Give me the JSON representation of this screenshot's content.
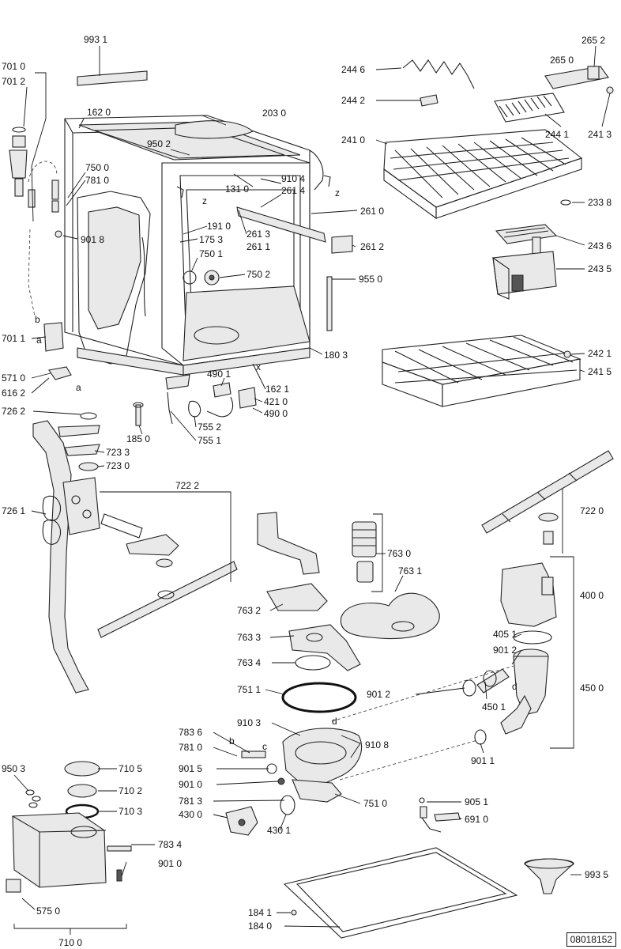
{
  "document_number": "08018152",
  "callouts": [
    {
      "id": "c9931",
      "text": "993 1"
    },
    {
      "id": "c7010",
      "text": "701 0"
    },
    {
      "id": "c7012",
      "text": "701 2"
    },
    {
      "id": "c1620",
      "text": "162 0"
    },
    {
      "id": "c2030",
      "text": "203 0"
    },
    {
      "id": "c9502",
      "text": "950 2"
    },
    {
      "id": "c7500",
      "text": "750 0"
    },
    {
      "id": "c7810",
      "text": "781 0"
    },
    {
      "id": "c1310",
      "text": "131 0"
    },
    {
      "id": "c9104",
      "text": "910 4"
    },
    {
      "id": "c2614",
      "text": "261 4"
    },
    {
      "id": "c2610",
      "text": "261 0"
    },
    {
      "id": "c1910",
      "text": "191 0"
    },
    {
      "id": "c1753",
      "text": "175 3"
    },
    {
      "id": "c2613",
      "text": "261 3"
    },
    {
      "id": "c2611",
      "text": "261 1"
    },
    {
      "id": "c2612",
      "text": "261 2"
    },
    {
      "id": "c9018a",
      "text": "901 8"
    },
    {
      "id": "c7501",
      "text": "750 1"
    },
    {
      "id": "c7502",
      "text": "750 2"
    },
    {
      "id": "c9550",
      "text": "955 0"
    },
    {
      "id": "c1803",
      "text": "180 3"
    },
    {
      "id": "c7011",
      "text": "701 1"
    },
    {
      "id": "c5710",
      "text": "571 0"
    },
    {
      "id": "c6162",
      "text": "616 2"
    },
    {
      "id": "c4901",
      "text": "490 1"
    },
    {
      "id": "c1621",
      "text": "162 1"
    },
    {
      "id": "c4210",
      "text": "421 0"
    },
    {
      "id": "c4900",
      "text": "490 0"
    },
    {
      "id": "c7262",
      "text": "726 2"
    },
    {
      "id": "c7552",
      "text": "755 2"
    },
    {
      "id": "c7551",
      "text": "755 1"
    },
    {
      "id": "c1850",
      "text": "185 0"
    },
    {
      "id": "c7233",
      "text": "723 3"
    },
    {
      "id": "c7230",
      "text": "723 0"
    },
    {
      "id": "c7222",
      "text": "722 2"
    },
    {
      "id": "c7261",
      "text": "726 1"
    },
    {
      "id": "c2446",
      "text": "244 6"
    },
    {
      "id": "c2652",
      "text": "265 2"
    },
    {
      "id": "c2650",
      "text": "265 0"
    },
    {
      "id": "c2442",
      "text": "244 2"
    },
    {
      "id": "c2441",
      "text": "244 1"
    },
    {
      "id": "c2413",
      "text": "241 3"
    },
    {
      "id": "c2410",
      "text": "241 0"
    },
    {
      "id": "c2338",
      "text": "233 8"
    },
    {
      "id": "c2436",
      "text": "243 6"
    },
    {
      "id": "c2435",
      "text": "243 5"
    },
    {
      "id": "c2421",
      "text": "242 1"
    },
    {
      "id": "c2415",
      "text": "241 5"
    },
    {
      "id": "c7220",
      "text": "722 0"
    },
    {
      "id": "c7630",
      "text": "763 0"
    },
    {
      "id": "c7631",
      "text": "763 1"
    },
    {
      "id": "c7632",
      "text": "763 2"
    },
    {
      "id": "c7633",
      "text": "763 3"
    },
    {
      "id": "c7634",
      "text": "763 4"
    },
    {
      "id": "c4000",
      "text": "400 0"
    },
    {
      "id": "c4051",
      "text": "405 1"
    },
    {
      "id": "c9012a",
      "text": "901 2"
    },
    {
      "id": "c9012b",
      "text": "901 2"
    },
    {
      "id": "c4501",
      "text": "450 1"
    },
    {
      "id": "c4500",
      "text": "450 0"
    },
    {
      "id": "c7511",
      "text": "751 1"
    },
    {
      "id": "c7836",
      "text": "783 6"
    },
    {
      "id": "c9103",
      "text": "910 3"
    },
    {
      "id": "c7810b",
      "text": "781 0"
    },
    {
      "id": "c9108",
      "text": "910 8"
    },
    {
      "id": "c9011",
      "text": "901 1"
    },
    {
      "id": "c9503",
      "text": "950 3"
    },
    {
      "id": "c7105",
      "text": "710 5"
    },
    {
      "id": "c9015",
      "text": "901 5"
    },
    {
      "id": "c7102",
      "text": "710 2"
    },
    {
      "id": "c9010a",
      "text": "901 0"
    },
    {
      "id": "c7103",
      "text": "710 3"
    },
    {
      "id": "c7813",
      "text": "781 3"
    },
    {
      "id": "c7510",
      "text": "751 0"
    },
    {
      "id": "c9051",
      "text": "905 1"
    },
    {
      "id": "c4300",
      "text": "430 0"
    },
    {
      "id": "c4301",
      "text": "430 1"
    },
    {
      "id": "c6910",
      "text": "691 0"
    },
    {
      "id": "c7834",
      "text": "783 4"
    },
    {
      "id": "c9010b",
      "text": "901 0"
    },
    {
      "id": "c9935",
      "text": "993 5"
    },
    {
      "id": "c5750",
      "text": "575 0"
    },
    {
      "id": "c1841",
      "text": "184 1"
    },
    {
      "id": "c1840",
      "text": "184 0"
    },
    {
      "id": "c7100",
      "text": "710 0"
    }
  ],
  "letter_marks": [
    {
      "id": "ma1",
      "text": "a"
    },
    {
      "id": "mb1",
      "text": "b"
    },
    {
      "id": "ma2",
      "text": "a"
    },
    {
      "id": "mz1",
      "text": "z"
    },
    {
      "id": "mz2",
      "text": "z"
    },
    {
      "id": "mx1",
      "text": "x"
    },
    {
      "id": "mb2",
      "text": "b"
    },
    {
      "id": "mc1",
      "text": "c"
    },
    {
      "id": "md1",
      "text": "d"
    },
    {
      "id": "md2",
      "text": "d"
    }
  ]
}
